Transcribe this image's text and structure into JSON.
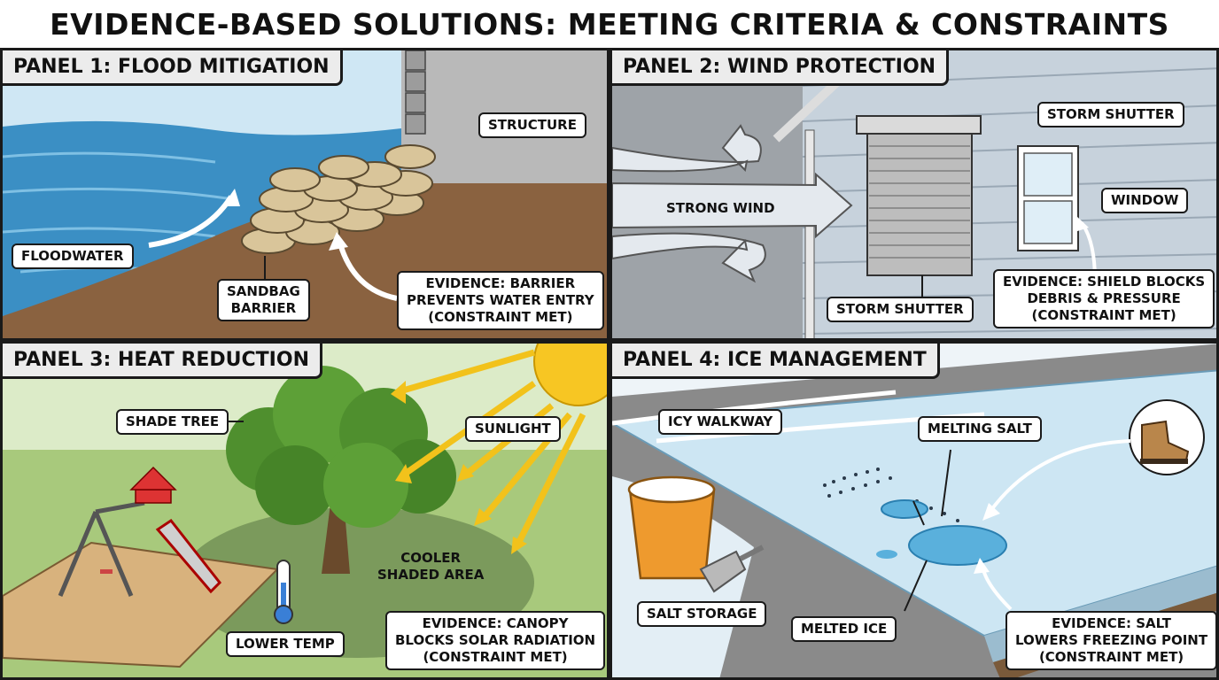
{
  "title": "EVIDENCE-BASED SOLUTIONS: MEETING CRITERIA & CONSTRAINTS",
  "panels": [
    {
      "title": "PANEL 1: FLOOD MITIGATION",
      "labels": {
        "structure": "STRUCTURE",
        "floodwater": "FLOODWATER",
        "sandbag_line1": "SANDBAG",
        "sandbag_line2": "BARRIER",
        "evidence_line1": "EVIDENCE: BARRIER",
        "evidence_line2": "PREVENTS WATER ENTRY",
        "evidence_line3": "(CONSTRAINT MET)"
      }
    },
    {
      "title": "PANEL 2: WIND PROTECTION",
      "labels": {
        "storm_shutter_top": "STORM SHUTTER",
        "window": "WINDOW",
        "strong_wind": "STRONG WIND",
        "storm_shutter_bottom": "STORM SHUTTER",
        "evidence_line1": "EVIDENCE: SHIELD BLOCKS",
        "evidence_line2": "DEBRIS & PRESSURE",
        "evidence_line3": "(CONSTRAINT MET)"
      }
    },
    {
      "title": "PANEL 3: HEAT REDUCTION",
      "labels": {
        "shade_tree": "SHADE TREE",
        "sunlight": "SUNLIGHT",
        "cooler_line1": "COOLER",
        "cooler_line2": "SHADED AREA",
        "lower_temp": "LOWER TEMP",
        "evidence_line1": "EVIDENCE: CANOPY",
        "evidence_line2": "BLOCKS SOLAR RADIATION",
        "evidence_line3": "(CONSTRAINT MET)"
      }
    },
    {
      "title": "PANEL 4: ICE MANAGEMENT",
      "labels": {
        "icy_walkway": "ICY WALKWAY",
        "melting_salt": "MELTING SALT",
        "salt_storage": "SALT STORAGE",
        "melted_ice": "MELTED ICE",
        "evidence_line1": "EVIDENCE: SALT",
        "evidence_line2": "LOWERS FREEZING POINT",
        "evidence_line3": "(CONSTRAINT MET)"
      }
    }
  ],
  "icons": [
    "sandbag-icon",
    "wall-icon",
    "storm-shutter-icon",
    "window-icon",
    "wind-arrow-icon",
    "tree-icon",
    "sun-icon",
    "playground-icon",
    "thermometer-icon",
    "salt-bucket-icon",
    "scoop-icon",
    "boot-icon"
  ],
  "colors": {
    "water": "#3b8fc4",
    "soil": "#8a6240",
    "sandbag": "#d9c59a",
    "siding": "#c7d2dc",
    "grass": "#a8c97c",
    "tree": "#4f8f2e",
    "sun": "#f7c623",
    "ray": "#f2c21b",
    "ice": "#cde6f3",
    "bucket": "#ee9a2e",
    "outline": "#1a1a1a"
  }
}
